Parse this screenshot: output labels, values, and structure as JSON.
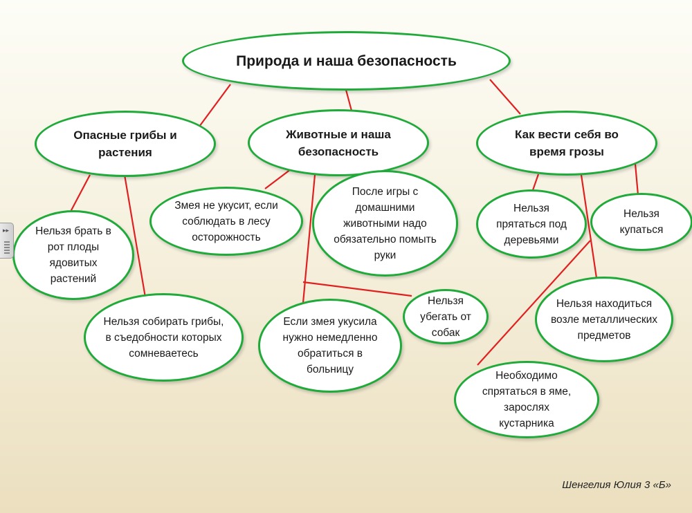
{
  "diagram": {
    "root": "Природа и наша безопасность",
    "branches": {
      "mushrooms": "Опасные грибы и растения",
      "animals": "Животные и наша безопасность",
      "storm": "Как вести себя во время грозы"
    },
    "leaves": {
      "no_berries": "Нельзя брать в рот плоды ядовитых растений",
      "no_doubtful_mushrooms": "Нельзя собирать грибы, в съедобности которых сомневаетесь",
      "snake_careful": "Змея не укусит, если соблюдать в лесу осторожность",
      "wash_hands": "После игры с домашними животными надо обязательно помыть руки",
      "snake_bite": "Если змея укусила нужно немедленно обратиться в больницу",
      "dogs": "Нельзя убегать от собак",
      "trees": "Нельзя прятаться под деревьями",
      "swim": "Нельзя купаться",
      "metal": "Нельзя находиться возле металлических предметов",
      "hide": "Необходимо спрятаться в яме, зарослях кустарника"
    },
    "colors": {
      "border": "#1faa3a",
      "connector": "#e02020",
      "fill": "#ffffff"
    }
  },
  "footer": {
    "signature": "Шенгелия Юлия 3 «Б»"
  },
  "ui": {
    "side_handle_icon": "panel-toggle-icon"
  }
}
